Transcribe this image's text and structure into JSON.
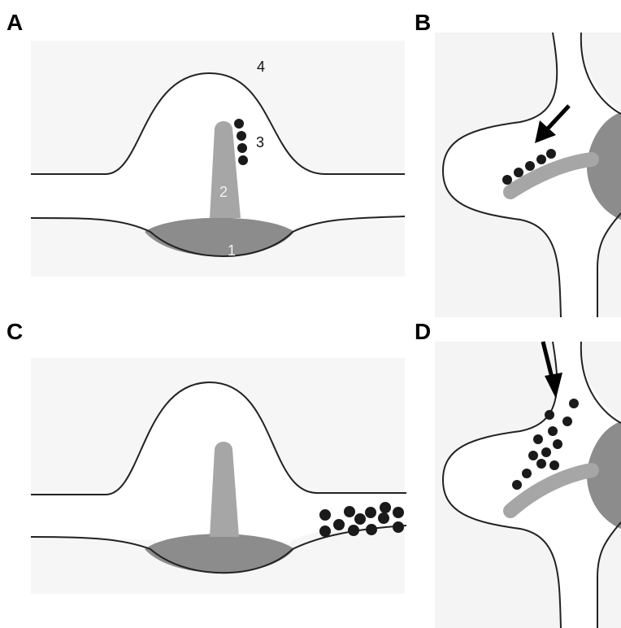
{
  "panels": [
    {
      "id": "A",
      "label": "A"
    },
    {
      "id": "B",
      "label": "B"
    },
    {
      "id": "C",
      "label": "C"
    },
    {
      "id": "D",
      "label": "D"
    }
  ],
  "panel_a": {
    "num_1": "1",
    "num_2": "2",
    "num_3": "3",
    "num_4": "4"
  },
  "colors": {
    "outline": "#222222",
    "base": "#8c8c8c",
    "rod": "#a6a6a6",
    "dots": "#1a1a1a",
    "background_texture": "#f3f3f3"
  }
}
